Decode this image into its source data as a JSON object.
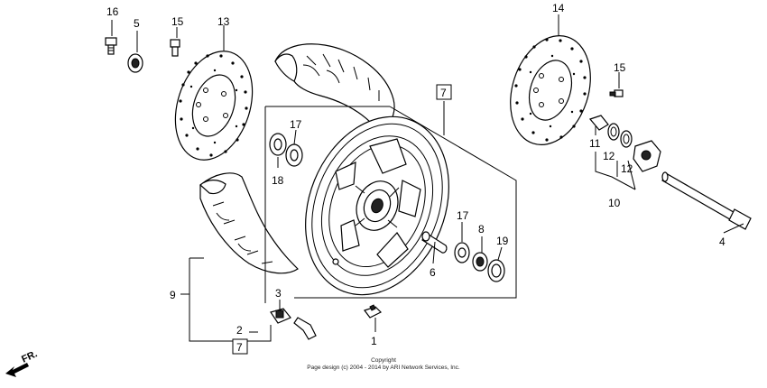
{
  "callouts": {
    "c16": "16",
    "c5": "5",
    "c15a": "15",
    "c13": "13",
    "c14": "14",
    "c15b": "15",
    "c7top": "7",
    "c17a": "17",
    "c18": "18",
    "c11": "11",
    "c12a": "12",
    "c12b": "12",
    "c10": "10",
    "c4": "4",
    "c17b": "17",
    "c8": "8",
    "c19": "19",
    "c6": "6",
    "c9": "9",
    "c3": "3",
    "c2": "2",
    "c7bot": "7",
    "c1": "1"
  },
  "footer": {
    "line1": "Copyright",
    "line2": "Page design (c) 2004 - 2014 by ARI Network Services, Inc."
  },
  "direction": {
    "label": "FR."
  }
}
